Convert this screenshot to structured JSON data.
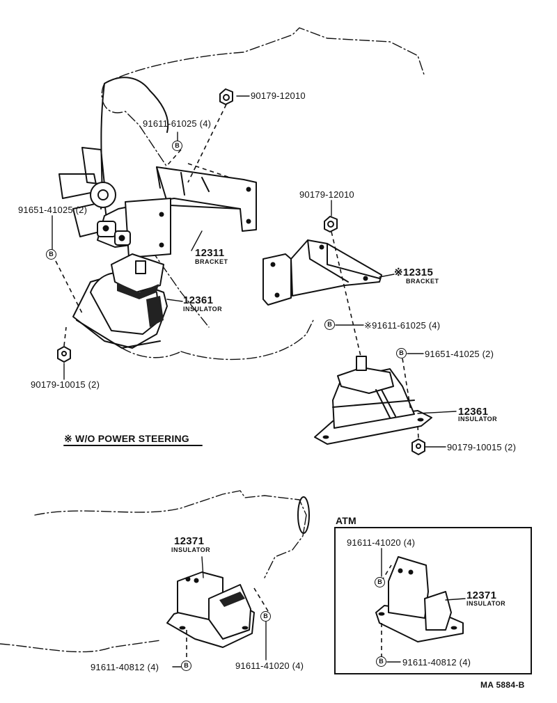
{
  "parts": {
    "nut_top_a": "90179-12010",
    "bolt_top_a": "91611-61025 (4)",
    "bolt_left": "91651-41025 (2)",
    "bracket_left_no": "12311",
    "bracket_left_name": "BRACKET",
    "insulator_left_no": "12361",
    "insulator_left_name": "INSULATOR",
    "nut_left_bottom": "90179-10015 (2)",
    "nut_top_b": "90179-12010",
    "bracket_right_no": "12315",
    "bracket_right_name": "BRACKET",
    "bolt_right_mid": "91611-61025 (4)",
    "bolt_right_b": "91651-41025 (2)",
    "insulator_right_no": "12361",
    "insulator_right_name": "INSULATOR",
    "nut_right_bottom": "90179-10015 (2)",
    "rear_insulator_no": "12371",
    "rear_insulator_name": "INSULATOR",
    "rear_bolt_left": "91611-40812 (4)",
    "rear_bolt_right": "91611-41020 (4)"
  },
  "atm": {
    "title": "ATM",
    "bolt_top": "91611-41020 (4)",
    "insulator_no": "12371",
    "insulator_name": "INSULATOR",
    "bolt_bottom": "91611-40812 (4)"
  },
  "note": {
    "mark": "※",
    "text": "W/O POWER STEERING"
  },
  "bolt_symbol": "B",
  "reference": "MA 5884-B"
}
